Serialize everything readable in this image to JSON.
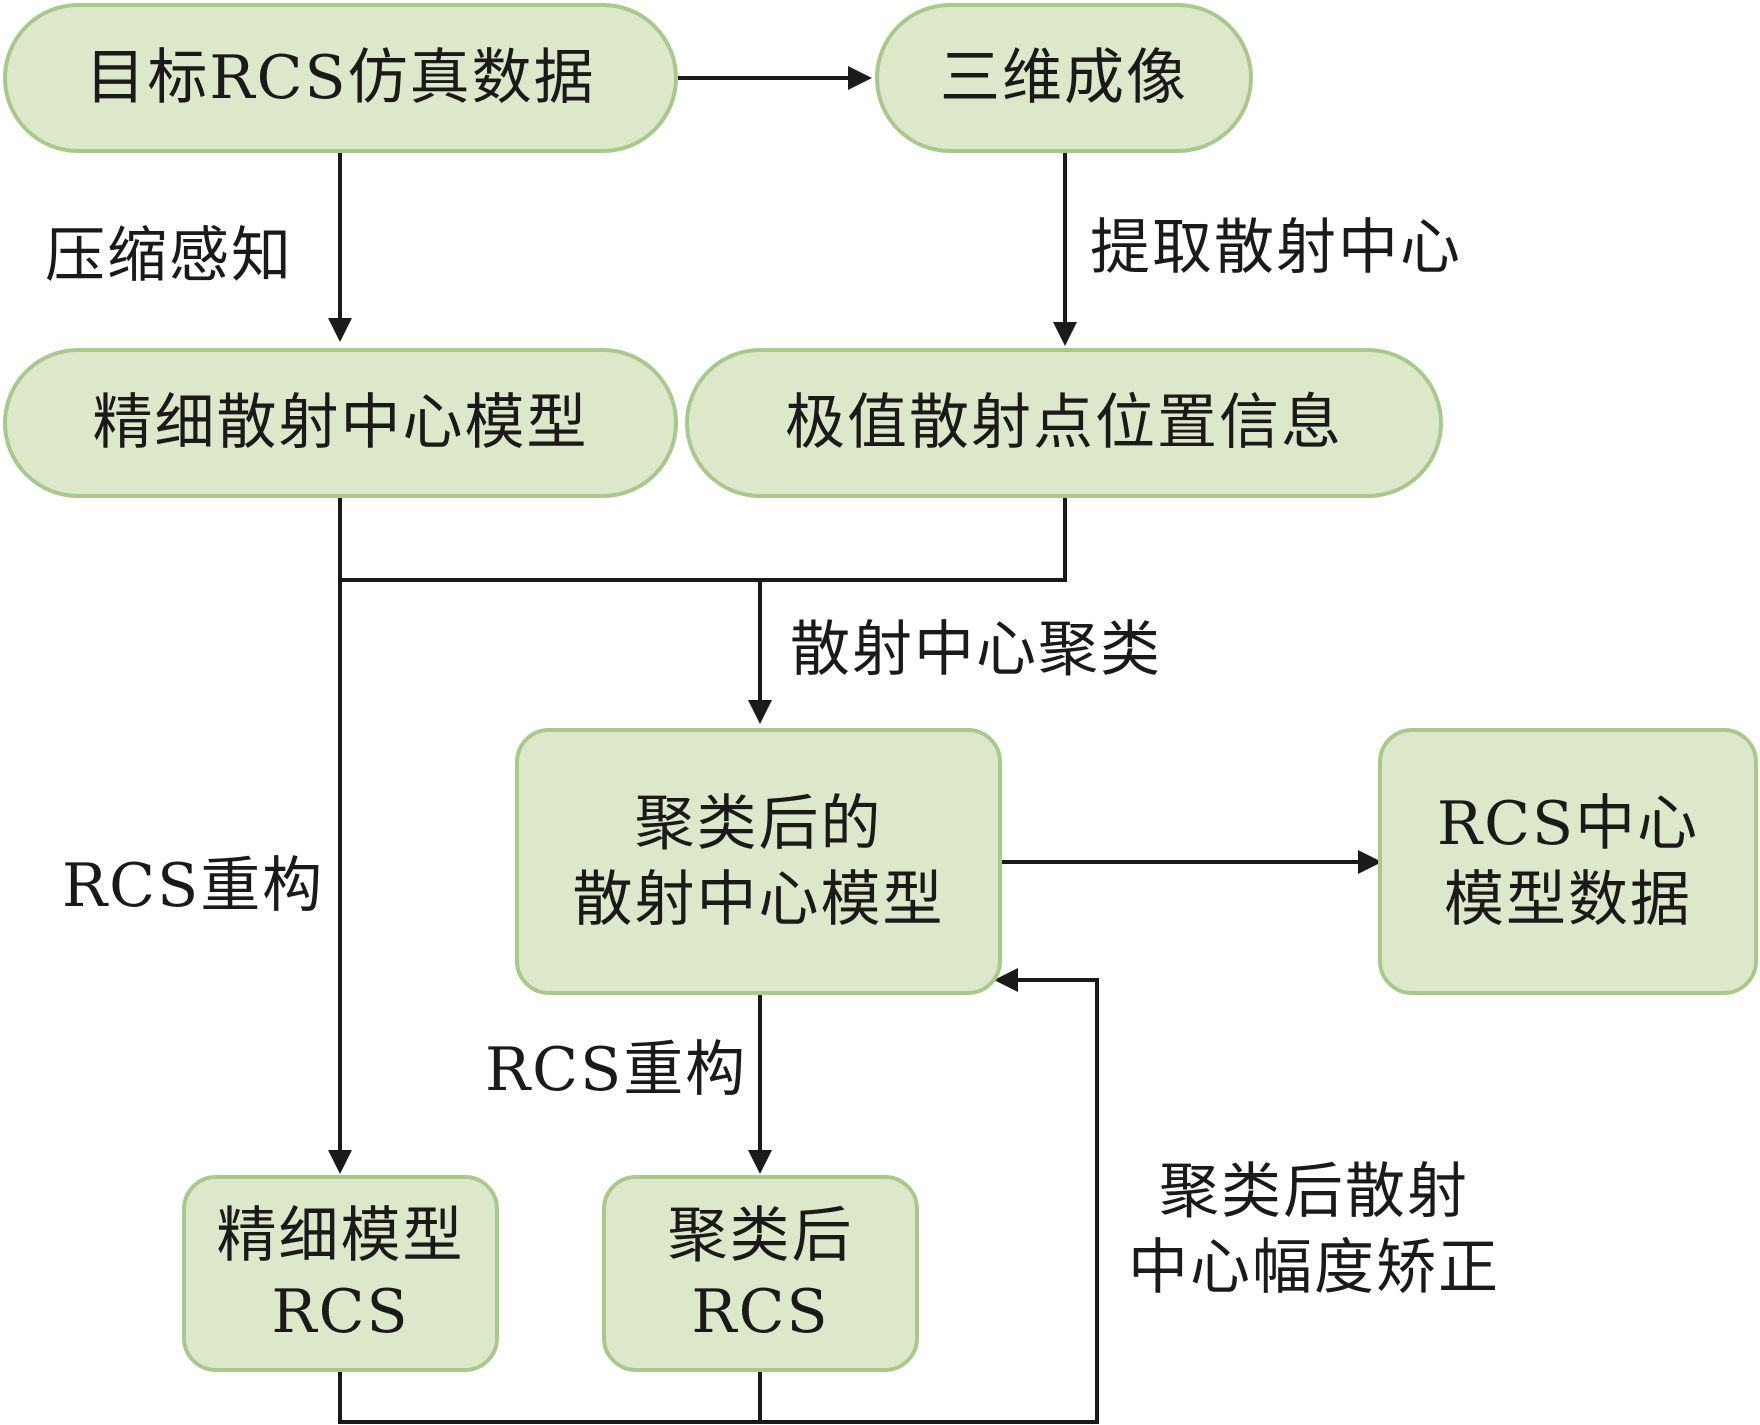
{
  "nodes": {
    "rcs_sim": "目标RCS仿真数据",
    "imaging": "三维成像",
    "fine_model": "精细散射中心模型",
    "extreme_points": "极值散射点位置信息",
    "clustered_model": [
      "聚类后的",
      "散射中心模型"
    ],
    "rcs_center_data": [
      "RCS中心",
      "模型数据"
    ],
    "fine_rcs": [
      "精细模型",
      "RCS"
    ],
    "clustered_rcs": [
      "聚类后",
      "RCS"
    ]
  },
  "edge_labels": {
    "compressed_sensing": "压缩感知",
    "extract_centers": "提取散射中心",
    "center_clustering": "散射中心聚类",
    "rcs_reconstruct_left": "RCS重构",
    "rcs_reconstruct_mid": "RCS重构",
    "amplitude_correction": [
      "聚类后散射",
      "中心幅度矫正"
    ]
  }
}
